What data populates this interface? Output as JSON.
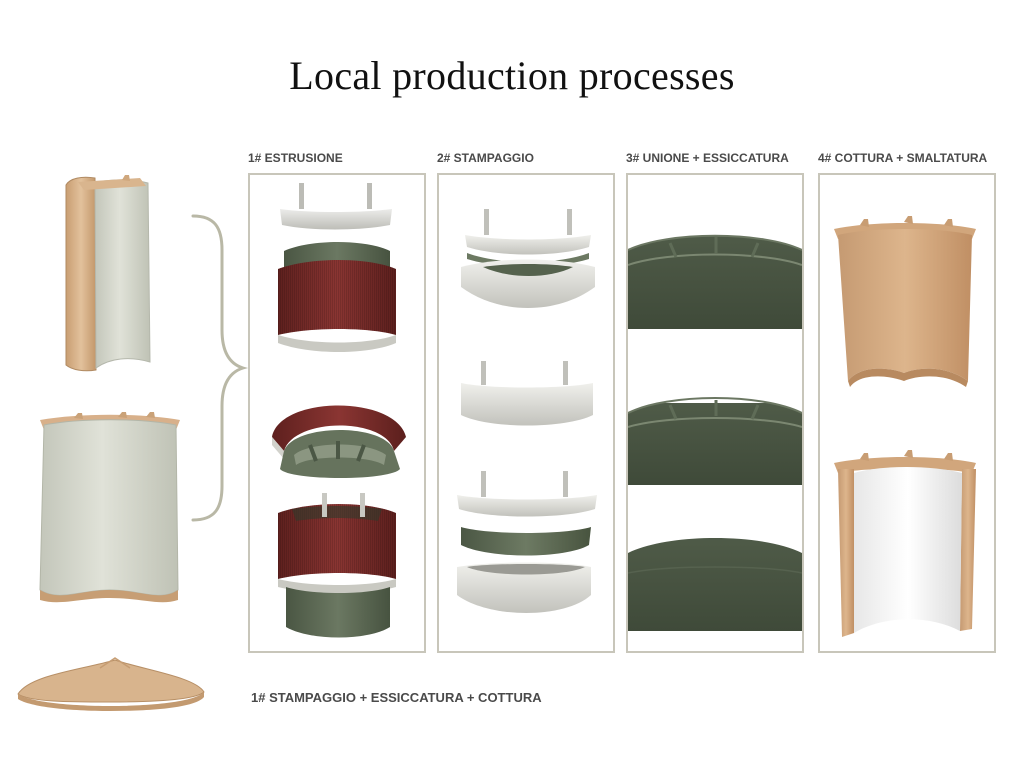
{
  "title": "Local production processes",
  "steps": [
    {
      "label": "1# ESTRUSIONE"
    },
    {
      "label": "2# STAMPAGGIO"
    },
    {
      "label": "3# UNIONE + ESSICCATURA"
    },
    {
      "label": "4# COTTURA + SMALTATURA"
    }
  ],
  "bottom_label": "1# STAMPAGGIO + ESSICCATURA + COTTURA",
  "colors": {
    "clay": "#d6ad84",
    "clay_dark": "#b98e63",
    "glaze_grey": "#d4d6cc",
    "mould_green": "#5d6a53",
    "mould_red": "#7a2d2a",
    "aluminium": "#d8d8d2",
    "frame": "#c8c6ba",
    "brace": "#b9b8a6"
  }
}
